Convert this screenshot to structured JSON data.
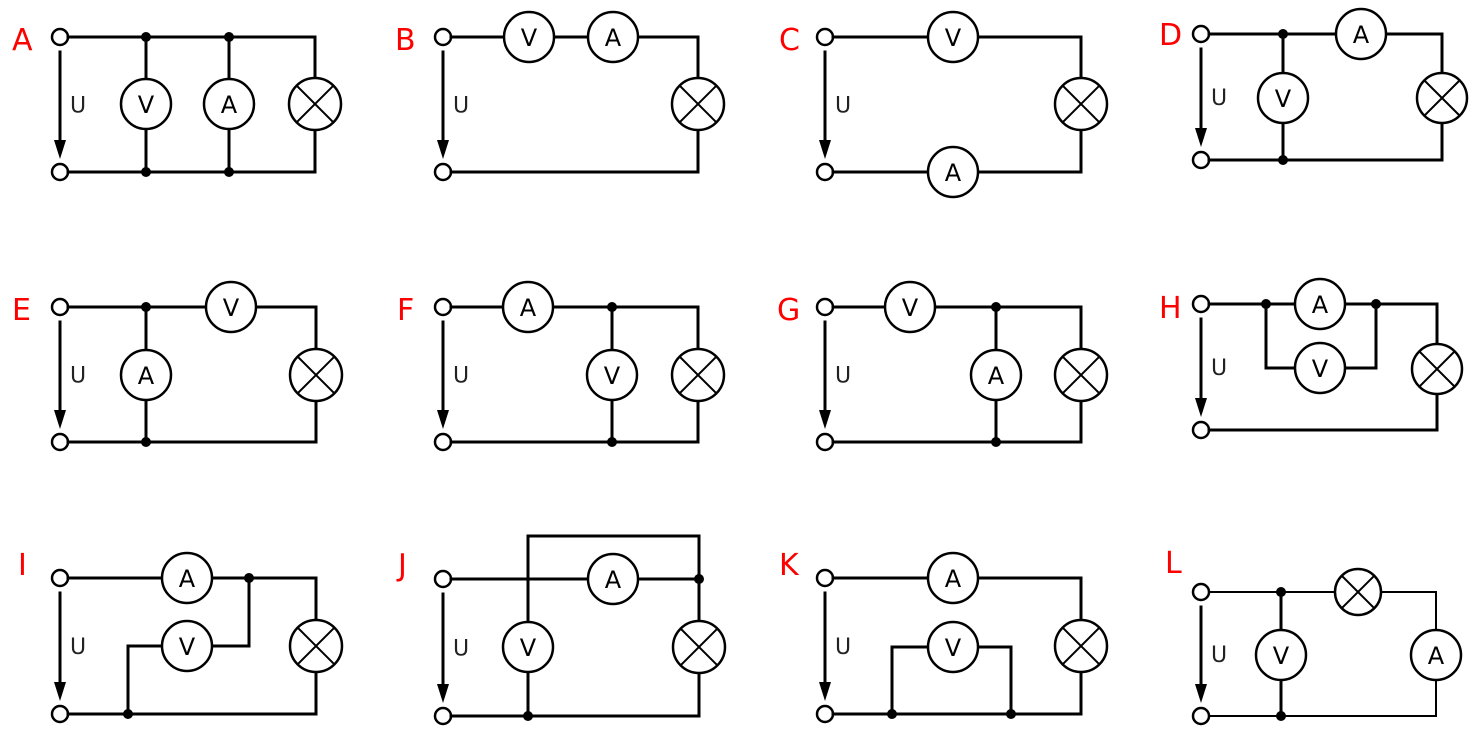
{
  "colors": {
    "label": "#ff0000",
    "wire": "#000000"
  },
  "voltage_symbol": "U",
  "circuits": [
    {
      "label": "A",
      "description": "Voltmeter, ammeter and lamp all in parallel across source",
      "components": [
        {
          "type": "voltmeter",
          "symbol": "V"
        },
        {
          "type": "ammeter",
          "symbol": "A"
        },
        {
          "type": "lamp",
          "symbol": "lamp-cross"
        }
      ]
    },
    {
      "label": "B",
      "description": "Voltmeter and ammeter in series with lamp",
      "components": [
        {
          "type": "voltmeter",
          "symbol": "V"
        },
        {
          "type": "ammeter",
          "symbol": "A"
        },
        {
          "type": "lamp",
          "symbol": "lamp-cross"
        }
      ]
    },
    {
      "label": "C",
      "description": "Voltmeter in top wire, ammeter in bottom wire, lamp in series",
      "components": [
        {
          "type": "voltmeter",
          "symbol": "V"
        },
        {
          "type": "ammeter",
          "symbol": "A"
        },
        {
          "type": "lamp",
          "symbol": "lamp-cross"
        }
      ]
    },
    {
      "label": "D",
      "description": "Voltmeter across source, ammeter in series with lamp",
      "components": [
        {
          "type": "voltmeter",
          "symbol": "V"
        },
        {
          "type": "ammeter",
          "symbol": "A"
        },
        {
          "type": "lamp",
          "symbol": "lamp-cross"
        }
      ]
    },
    {
      "label": "E",
      "description": "Ammeter across source, voltmeter in series with lamp",
      "components": [
        {
          "type": "ammeter",
          "symbol": "A"
        },
        {
          "type": "voltmeter",
          "symbol": "V"
        },
        {
          "type": "lamp",
          "symbol": "lamp-cross"
        }
      ]
    },
    {
      "label": "F",
      "description": "Ammeter in series, voltmeter parallel to lamp",
      "components": [
        {
          "type": "ammeter",
          "symbol": "A"
        },
        {
          "type": "voltmeter",
          "symbol": "V"
        },
        {
          "type": "lamp",
          "symbol": "lamp-cross"
        }
      ]
    },
    {
      "label": "G",
      "description": "Voltmeter in series, ammeter parallel to lamp",
      "components": [
        {
          "type": "voltmeter",
          "symbol": "V"
        },
        {
          "type": "ammeter",
          "symbol": "A"
        },
        {
          "type": "lamp",
          "symbol": "lamp-cross"
        }
      ]
    },
    {
      "label": "H",
      "description": "Ammeter and voltmeter in parallel with each other, in series with lamp",
      "components": [
        {
          "type": "ammeter",
          "symbol": "A"
        },
        {
          "type": "voltmeter",
          "symbol": "V"
        },
        {
          "type": "lamp",
          "symbol": "lamp-cross"
        }
      ]
    },
    {
      "label": "I",
      "description": "Ammeter in series, voltmeter parallel to lamp via side branch",
      "components": [
        {
          "type": "ammeter",
          "symbol": "A"
        },
        {
          "type": "voltmeter",
          "symbol": "V"
        },
        {
          "type": "lamp",
          "symbol": "lamp-cross"
        }
      ]
    },
    {
      "label": "J",
      "description": "Ammeter in series, voltmeter across lamp via over-wire",
      "components": [
        {
          "type": "ammeter",
          "symbol": "A"
        },
        {
          "type": "voltmeter",
          "symbol": "V"
        },
        {
          "type": "lamp",
          "symbol": "lamp-cross"
        }
      ]
    },
    {
      "label": "K",
      "description": "Ammeter in series with lamp, voltmeter shorted across bottom wire",
      "components": [
        {
          "type": "ammeter",
          "symbol": "A"
        },
        {
          "type": "voltmeter",
          "symbol": "V"
        },
        {
          "type": "lamp",
          "symbol": "lamp-cross"
        }
      ]
    },
    {
      "label": "L",
      "description": "Voltmeter across source, lamp and ammeter in series",
      "components": [
        {
          "type": "voltmeter",
          "symbol": "V"
        },
        {
          "type": "lamp",
          "symbol": "lamp-cross"
        },
        {
          "type": "ammeter",
          "symbol": "A"
        }
      ]
    }
  ]
}
